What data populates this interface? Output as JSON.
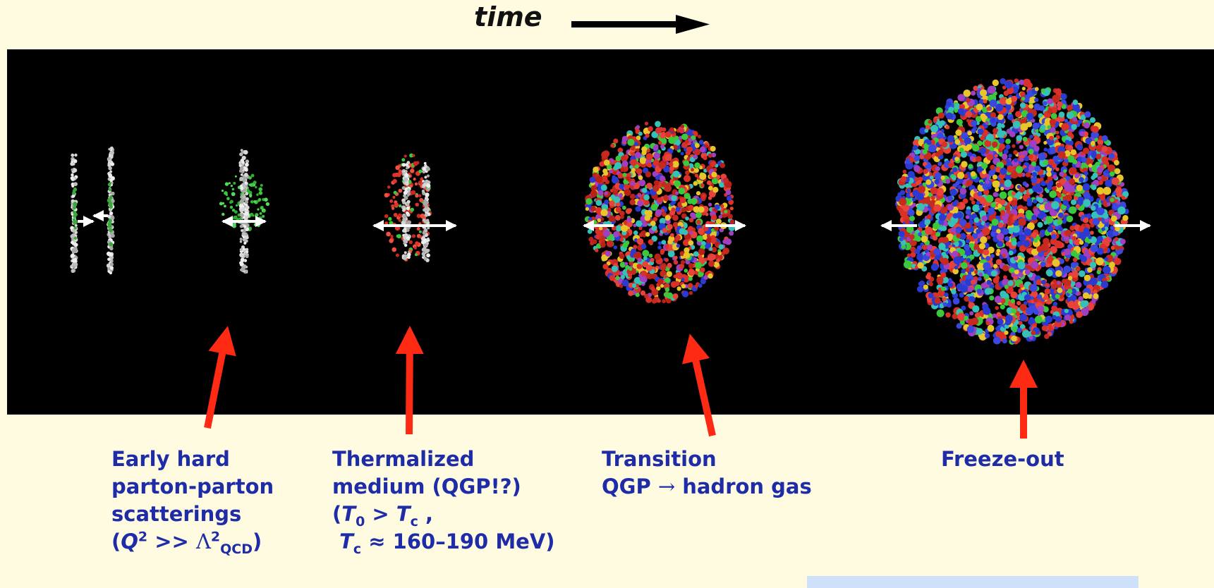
{
  "header": {
    "time_label": "time"
  },
  "stages": [
    {
      "lines": [
        "Early hard",
        "parton-parton",
        "scatterings"
      ],
      "formula": {
        "open": "(",
        "q": "Q",
        "q_exp": "2",
        "op": " >> ",
        "lambda": "Λ",
        "lambda_exp": "2",
        "lambda_sub": "QCD",
        "close": ")"
      }
    },
    {
      "lines": [
        "Thermalized",
        "medium (QGP!?)"
      ],
      "formula1": {
        "open": "(",
        "t": "T",
        "t_sub": "0",
        "op": " > ",
        "tc": "T",
        "tc_sub": "c",
        "tail": " ,"
      },
      "formula2": {
        "t": "T",
        "t_sub": "c",
        "tail": " ≈ 160–190 MeV)"
      }
    },
    {
      "lines": [
        "Transition"
      ],
      "line2": {
        "a": "QGP ",
        "arrow": "→",
        "b": " hadron gas"
      }
    },
    {
      "lines": [
        "Freeze-out"
      ]
    }
  ],
  "colors": {
    "background": "#fffbe0",
    "panel": "#000000",
    "caption": "#1f2ca8",
    "pointer": "#ff2a14",
    "info_box": "#cfe0fb"
  }
}
